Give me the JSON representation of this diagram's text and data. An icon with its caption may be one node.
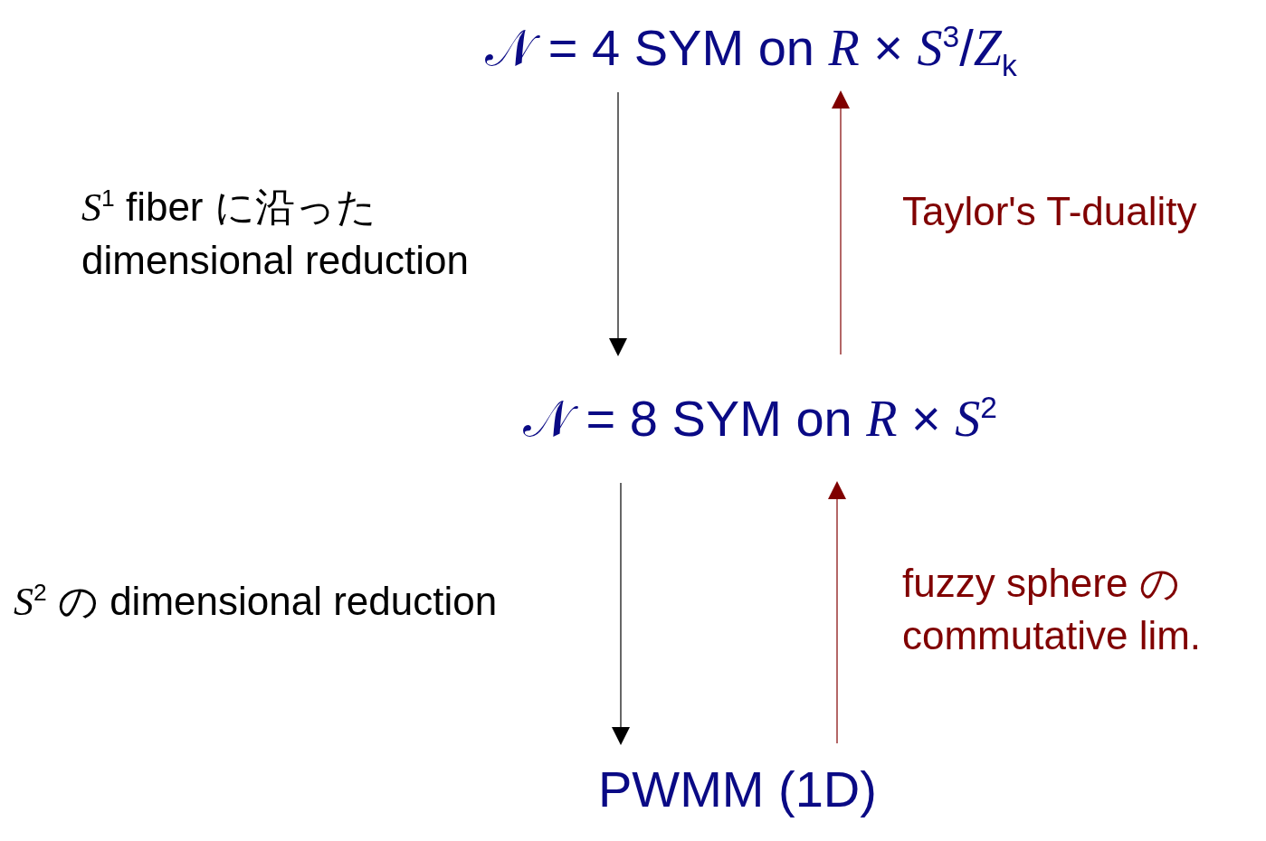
{
  "diagram": {
    "nodes": [
      {
        "text": [
          "𝒩 = 4 SYM on *R* × *S*$^{3}$/*Z*$_{k}$"
        ]
      },
      {
        "text": [
          "𝒩 = 8 SYM on *R* × *S*$^{2}$"
        ]
      },
      {
        "text": [
          "PWMM (1D)"
        ]
      }
    ],
    "edges": [
      {
        "from": 0,
        "to": 1,
        "arrow": "to",
        "label": "*S*$^{1}$ fiber に沿った dimensional reduction"
      },
      {
        "from": 1,
        "to": 0,
        "arrow": "to",
        "label": "Taylor's T-duality",
        "color": "#800000"
      },
      {
        "from": 1,
        "to": 2,
        "arrow": "to",
        "label": "*S*$^{2}$ の dimensional reduction"
      },
      {
        "from": 2,
        "to": 1,
        "arrow": "to",
        "label": "fuzzy sphere の commutative lim.",
        "color": "#800000"
      }
    ]
  }
}
